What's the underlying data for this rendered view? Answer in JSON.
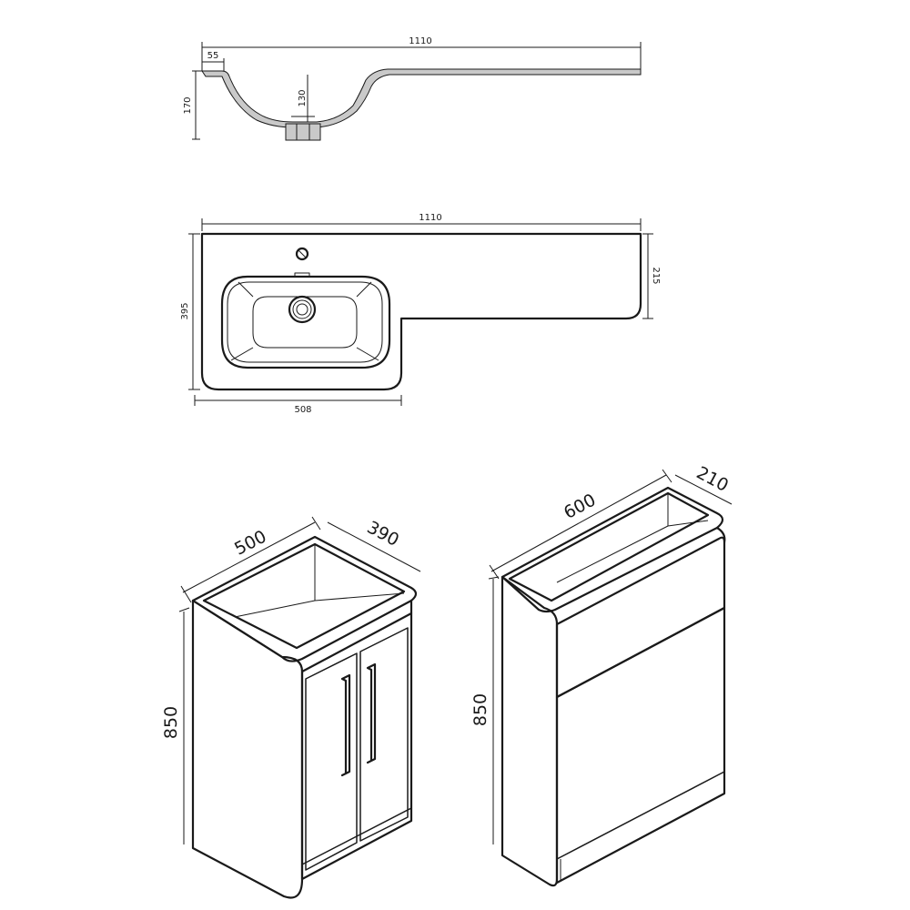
{
  "colors": {
    "line": "#1a1a1a",
    "hatch": "#c9c9c9",
    "background": "#ffffff"
  },
  "section_view": {
    "overall_width": "1110",
    "lip": "55",
    "bowl_depth": "130",
    "overall_height": "170"
  },
  "plan_view": {
    "overall_width": "1110",
    "basin_depth": "395",
    "shelf_depth": "215",
    "basin_width": "508"
  },
  "vanity_unit": {
    "width": "500",
    "depth": "390",
    "height": "850"
  },
  "wc_unit": {
    "width": "600",
    "depth": "210",
    "height": "850"
  }
}
